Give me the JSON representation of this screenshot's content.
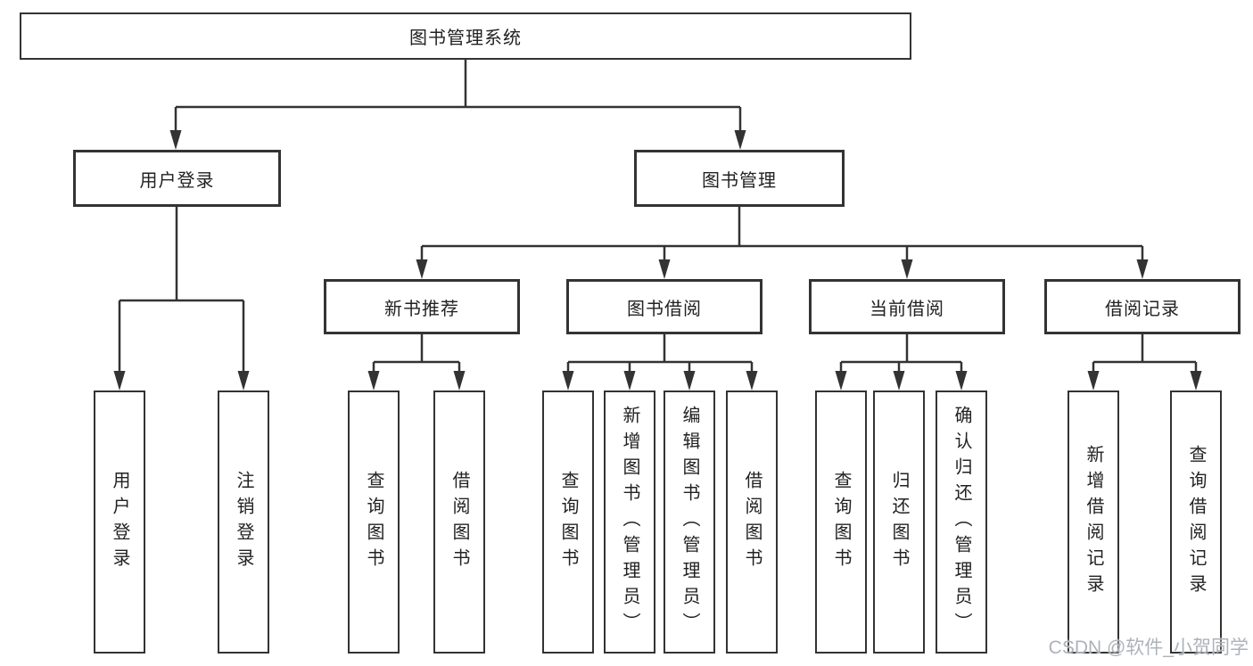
{
  "colors": {
    "line": "#333333",
    "box_border": "#333333",
    "text": "#222222",
    "background": "#ffffff",
    "watermark": "#aeb2b8"
  },
  "watermark": {
    "text": "CSDN @软件_小贺同学"
  },
  "tree": {
    "label": "图书管理系统",
    "children": [
      {
        "label": "用户登录",
        "children": [
          {
            "label": "用户登录"
          },
          {
            "label": "注销登录"
          }
        ]
      },
      {
        "label": "图书管理",
        "children": [
          {
            "label": "新书推荐",
            "children": [
              {
                "label": "查询图书"
              },
              {
                "label": "借阅图书"
              }
            ]
          },
          {
            "label": "图书借阅",
            "children": [
              {
                "label": "查询图书"
              },
              {
                "label": "新增图书（管理员）"
              },
              {
                "label": "编辑图书（管理员）"
              },
              {
                "label": "借阅图书"
              }
            ]
          },
          {
            "label": "当前借阅",
            "children": [
              {
                "label": "查询图书"
              },
              {
                "label": "归还图书"
              },
              {
                "label": "确认归还（管理员）"
              }
            ]
          },
          {
            "label": "借阅记录",
            "children": [
              {
                "label": "新增借阅记录"
              },
              {
                "label": "查询借阅记录"
              }
            ]
          }
        ]
      }
    ]
  }
}
